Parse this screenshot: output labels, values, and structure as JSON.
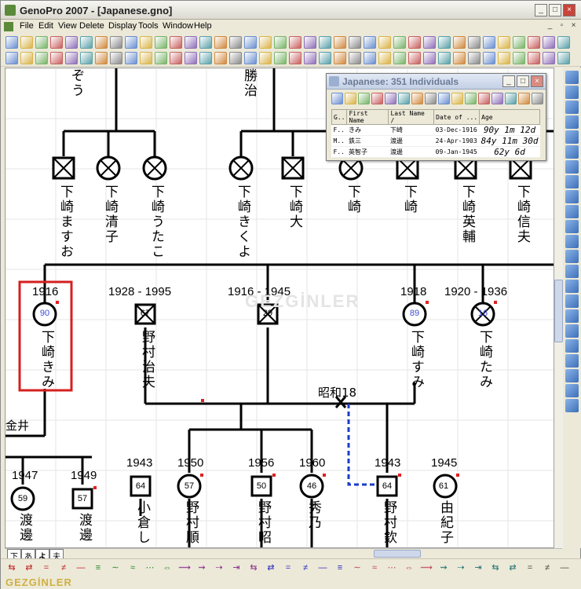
{
  "app": {
    "title": "GenoPro 2007 - [Japanese.gno]"
  },
  "menu": [
    "File",
    "Edit",
    "View",
    "Delete",
    "Display",
    "Tools",
    "Window",
    "Help"
  ],
  "popup": {
    "title": "Japanese: 351 Individuals",
    "columns": [
      "G..",
      "First Name",
      "Last Name /",
      "Date of ...",
      "Age"
    ],
    "rows": [
      [
        "F..",
        "きみ",
        "下崎",
        "03-Dec-1916",
        "90y 1m 12d"
      ],
      [
        "M..",
        "鉄三",
        "渡邊",
        "24-Apr-1903",
        "84y 11m 30d"
      ],
      [
        "F..",
        "英智子",
        "渡邊",
        "09-Jan-1945",
        "62y 6d"
      ]
    ]
  },
  "canvas": {
    "top_names": [
      "ぞう",
      "勝治"
    ],
    "row1": [
      {
        "name": "下崎ますお"
      },
      {
        "name": "下崎清子"
      },
      {
        "name": "下崎うたこ"
      },
      {
        "name": "下崎きくよ"
      },
      {
        "name": "下崎大"
      },
      {
        "name": "下崎"
      },
      {
        "name": "下崎"
      },
      {
        "name": "下崎英輔"
      },
      {
        "name": "下崎信夫"
      }
    ],
    "row2": [
      {
        "years": "1916",
        "age": "90",
        "name": "下崎きみ"
      },
      {
        "years": "1928 - 1995",
        "age": "67",
        "name": "野村治夫"
      },
      {
        "years": "1916 - 1945",
        "age": "29",
        "name": ""
      },
      {
        "years": "1918",
        "age": "89",
        "name": "下崎すみ"
      },
      {
        "years": "1920 - 1936",
        "age": "16",
        "name": "下崎たみ"
      }
    ],
    "marriage_label": "昭和18",
    "left_label": "金井",
    "row3": [
      {
        "years": "1947",
        "age": "59",
        "name": "渡邊"
      },
      {
        "years": "1949",
        "age": "57",
        "name": "渡邊"
      },
      {
        "years": "1943",
        "age": "64",
        "name": "小倉し"
      },
      {
        "years": "1950",
        "age": "57",
        "name": "野村順"
      },
      {
        "years": "1956",
        "age": "50",
        "name": "野村昭"
      },
      {
        "years": "1960",
        "age": "46",
        "name": "秀乃"
      },
      {
        "years": "1943",
        "age": "64",
        "name": "野村欽"
      },
      {
        "years": "1945",
        "age": "61",
        "name": "由紀子"
      }
    ],
    "watermark": "GEZGİNLER"
  },
  "tabs": [
    "下",
    "あ",
    "よ",
    "夫"
  ],
  "footer": {
    "watermark": "GEZGİNLER"
  }
}
